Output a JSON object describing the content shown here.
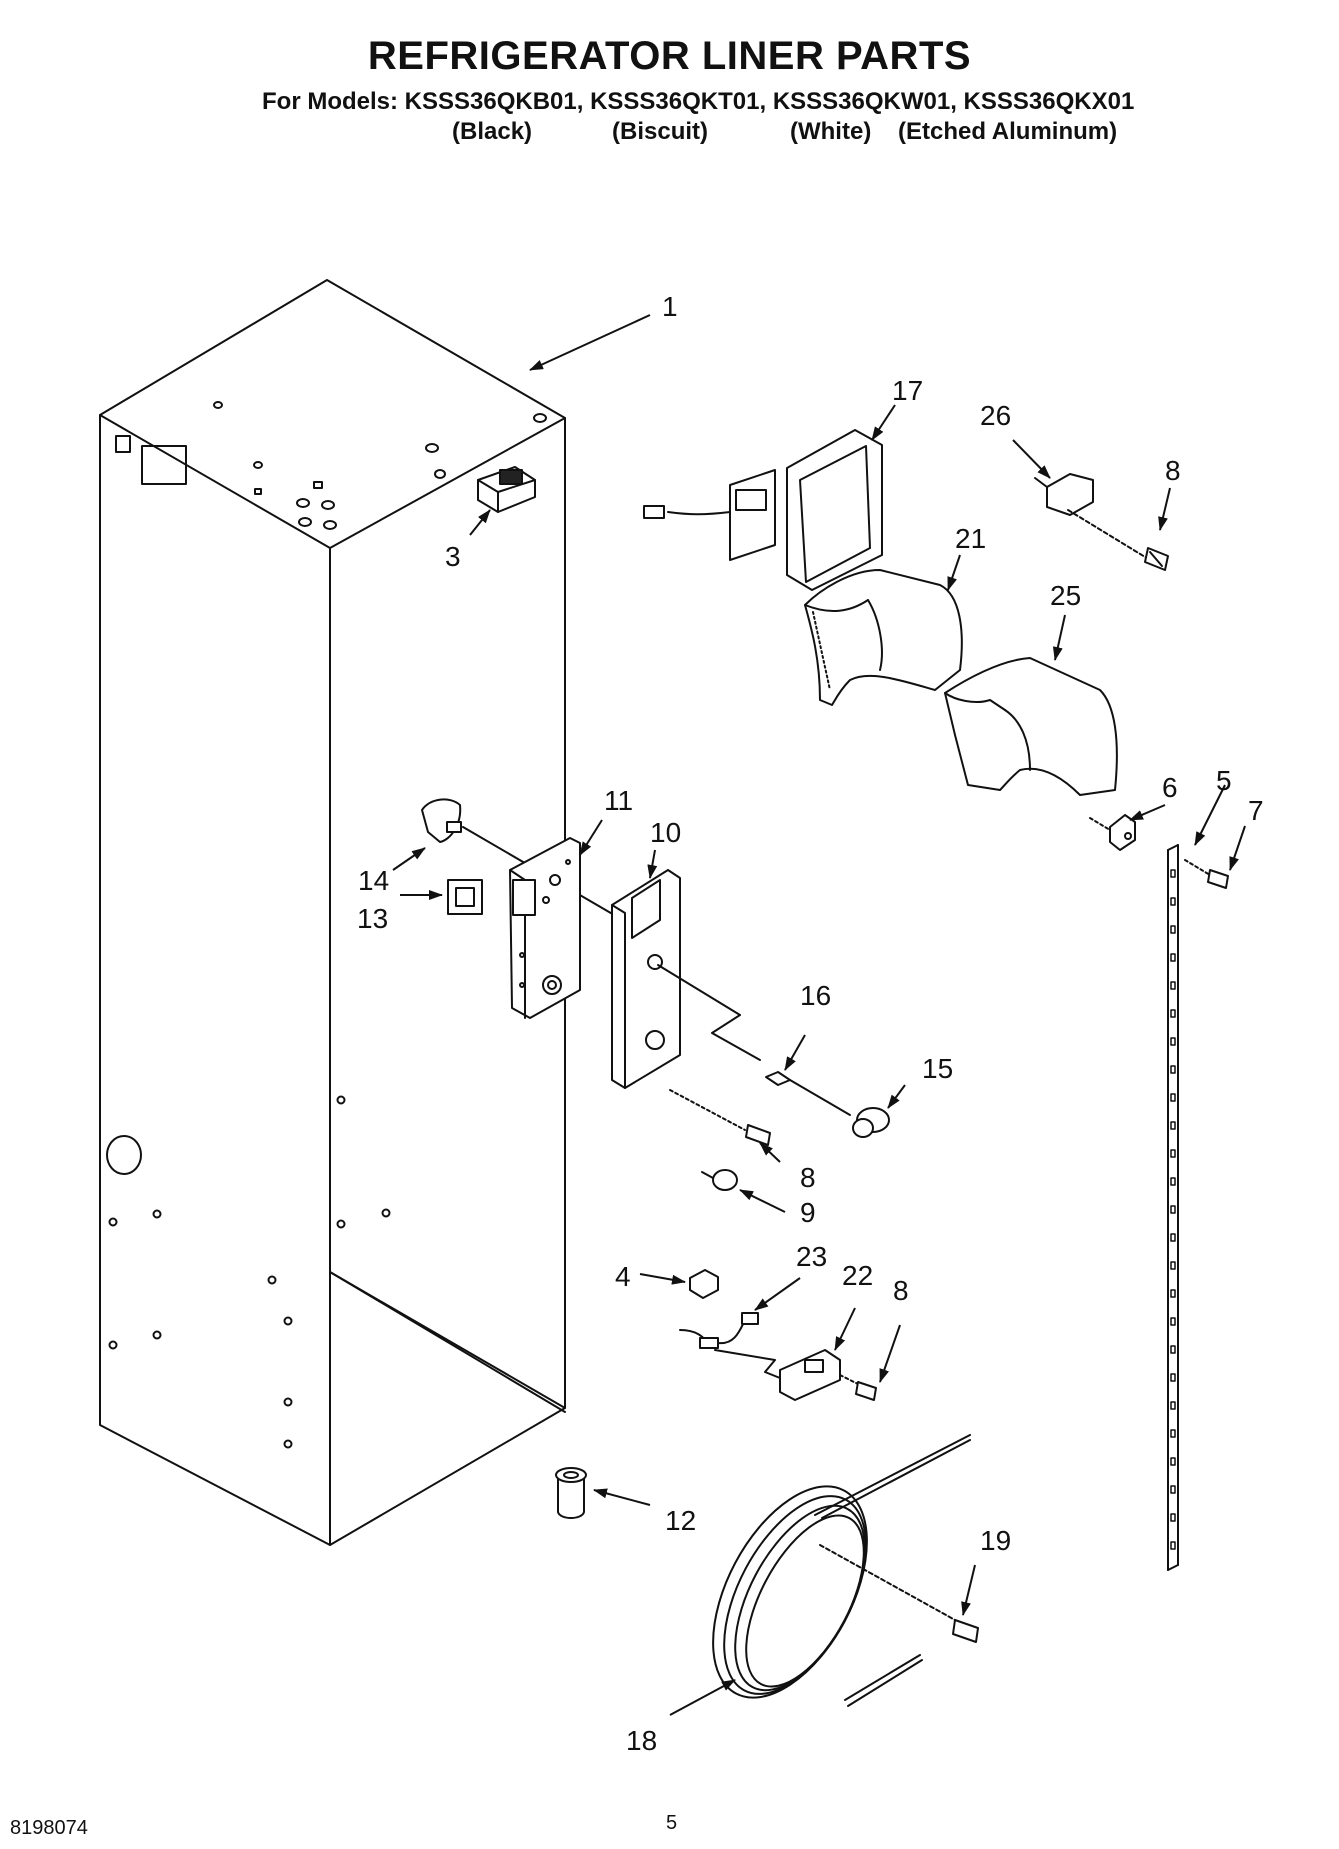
{
  "header": {
    "title": "REFRIGERATOR LINER PARTS",
    "models_line": "For Models: KSSS36QKB01, KSSS36QKT01, KSSS36QKW01, KSSS36QKX01",
    "variants": [
      "(Black)",
      "(Biscuit)",
      "(White)",
      "(Etched Aluminum)"
    ]
  },
  "callouts": {
    "c1": "1",
    "c3": "3",
    "c17": "17",
    "c26": "26",
    "c8a": "8",
    "c21": "21",
    "c25": "25",
    "c11": "11",
    "c10": "10",
    "c6": "6",
    "c5": "5",
    "c7": "7",
    "c14": "14",
    "c13": "13",
    "c16": "16",
    "c15": "15",
    "c8b": "8",
    "c9": "9",
    "c4": "4",
    "c23": "23",
    "c22": "22",
    "c8c": "8",
    "c12": "12",
    "c19": "19",
    "c18": "18"
  },
  "footer": {
    "doc_number": "8198074",
    "page_number": "5"
  }
}
